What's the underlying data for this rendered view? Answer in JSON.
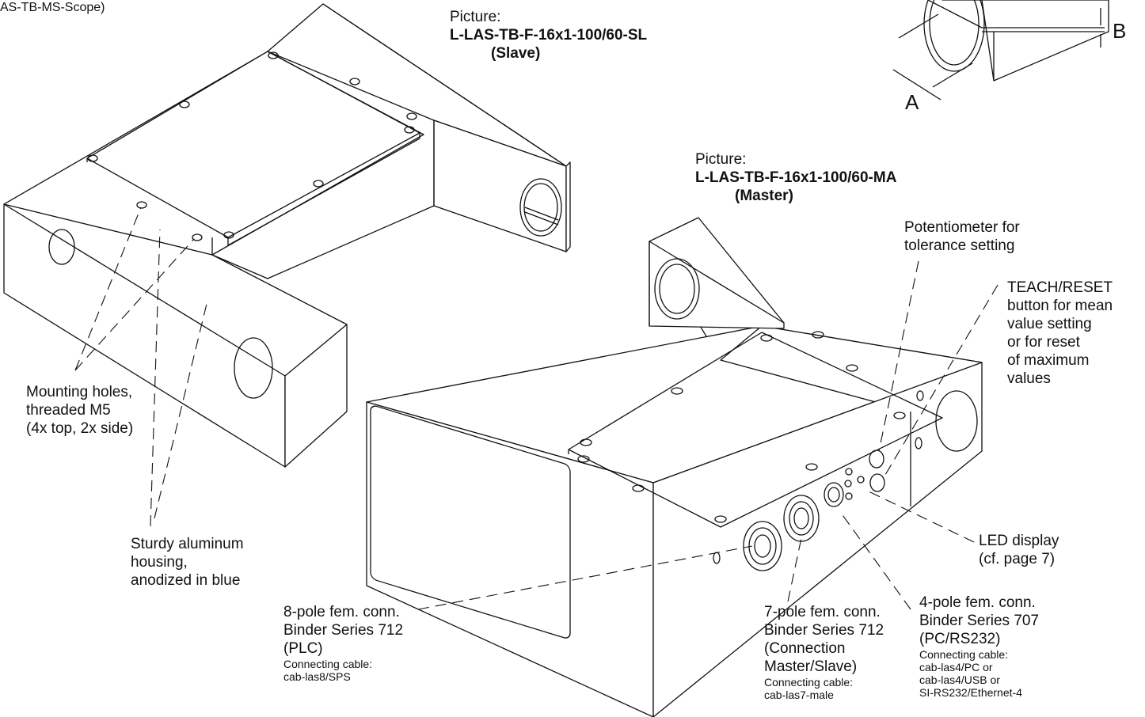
{
  "header_fragment": "AS-TB-MS-Scope)",
  "slave": {
    "caption": "Picture:",
    "model": "L-LAS-TB-F-16x1-100/60-SL",
    "role": "(Slave)"
  },
  "master": {
    "caption": "Picture:",
    "model": "L-LAS-TB-F-16x1-100/60-MA",
    "role": "(Master)"
  },
  "dimension_labels": {
    "a": "A",
    "b": "B"
  },
  "callouts": {
    "mounting_holes": [
      "Mounting holes,",
      "threaded M5",
      "(4x top, 2x side)"
    ],
    "housing": [
      "Sturdy aluminum",
      "housing,",
      "anodized in blue"
    ],
    "potentiometer": [
      "Potentiometer for",
      "tolerance setting"
    ],
    "teach_reset": [
      "TEACH/RESET",
      "button for mean",
      "value setting",
      "or for reset",
      "of maximum",
      "values"
    ],
    "led_display": [
      "LED display",
      "(cf. page 7)"
    ],
    "conn8": {
      "lines": [
        "8-pole fem. conn.",
        "Binder Series 712",
        "(PLC)"
      ],
      "cable": [
        "Connecting cable:",
        "cab-las8/SPS"
      ]
    },
    "conn7": {
      "lines": [
        "7-pole fem. conn.",
        "Binder Series 712",
        "(Connection",
        "Master/Slave)"
      ],
      "cable": [
        "Connecting cable:",
        "cab-las7-male"
      ]
    },
    "conn4": {
      "lines": [
        "4-pole fem. conn.",
        "Binder Series 707",
        "(PC/RS232)"
      ],
      "cable": [
        "Connecting cable:",
        "cab-las4/PC or",
        "cab-las4/USB or",
        "SI-RS232/Ethernet-4"
      ]
    }
  }
}
